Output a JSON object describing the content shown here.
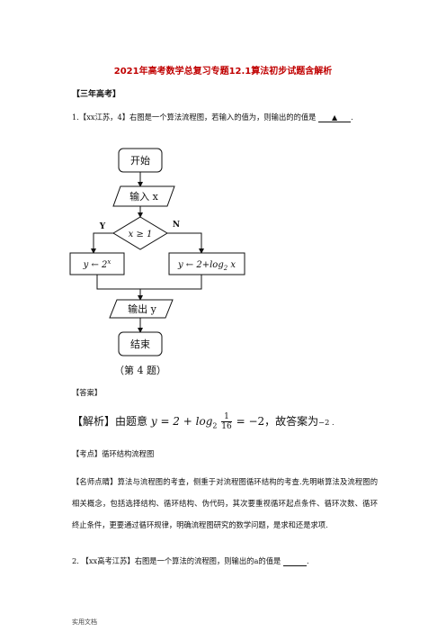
{
  "doc": {
    "title": "2021年高考数学总复习专题12.1算法初步试题含解析",
    "section": "【三年高考】",
    "q1_text": "1.【xx江苏，4】右图是一个算法流程图，若输入的值为，则输出的的值是",
    "q1_blank": "▲",
    "q1_end": ".",
    "answer_label": "【答案】",
    "analysis_head": "【解析】由题意",
    "analysis_expr": "y = 2 + log",
    "analysis_sub": "2",
    "analysis_frac_num": "1",
    "analysis_frac_den": "16",
    "analysis_eq": "= −2",
    "analysis_tail": "，故答案为",
    "analysis_ans": "−2 .",
    "kaodian": "【考点】循环结构流程图",
    "mingshi": "【名师点睛】算法与流程图的考查，侧重于对流程图循环结构的考查.先明晰算法及流程图的相关概念，包括选择结构、循环结构、伪代码，其次要重视循环起点条件、循环次数、循环终止条件，更要通过循环规律，明确流程图研究的数学问题，是求和还是求项.",
    "q2_text": "2. 【xx高考江苏】右图是一个算法的流程图，则输出的a的值是",
    "q2_end": ".",
    "footer": "实用文档"
  },
  "flowchart": {
    "start": "开始",
    "input": "输入 x",
    "condition": "x ≥ 1",
    "yes_label": "Y",
    "no_label": "N",
    "yes_box": "y ← 2",
    "yes_box_sup": "x",
    "no_box": "y ← 2+log",
    "no_box_sub": "2",
    "no_box_end": " x",
    "output": "输出 y",
    "end": "结束",
    "caption": "（第 4 题）"
  }
}
